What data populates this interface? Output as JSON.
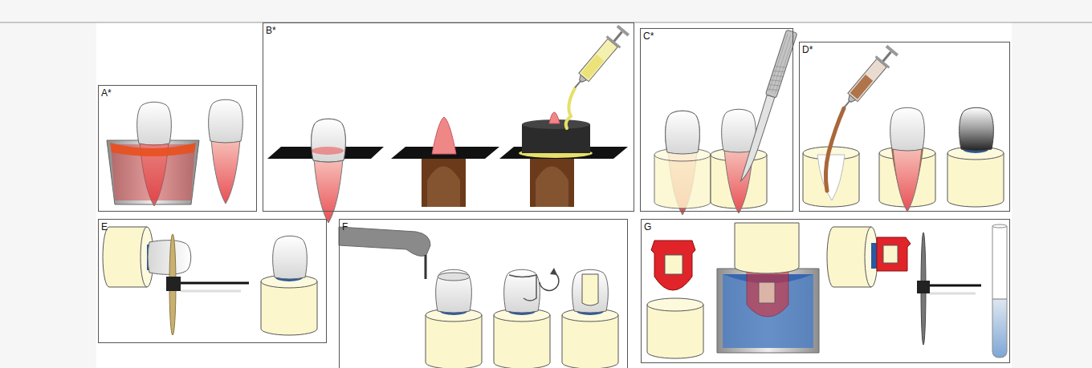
{
  "diagram": {
    "nodes": [
      {
        "text": [
          "A*"
        ]
      },
      {
        "text": [
          "B*"
        ]
      },
      {
        "text": [
          "C*"
        ]
      },
      {
        "text": [
          "D*"
        ]
      },
      {
        "text": [
          "E"
        ]
      },
      {
        "text": [
          "F"
        ]
      },
      {
        "text": [
          "G"
        ]
      }
    ]
  }
}
